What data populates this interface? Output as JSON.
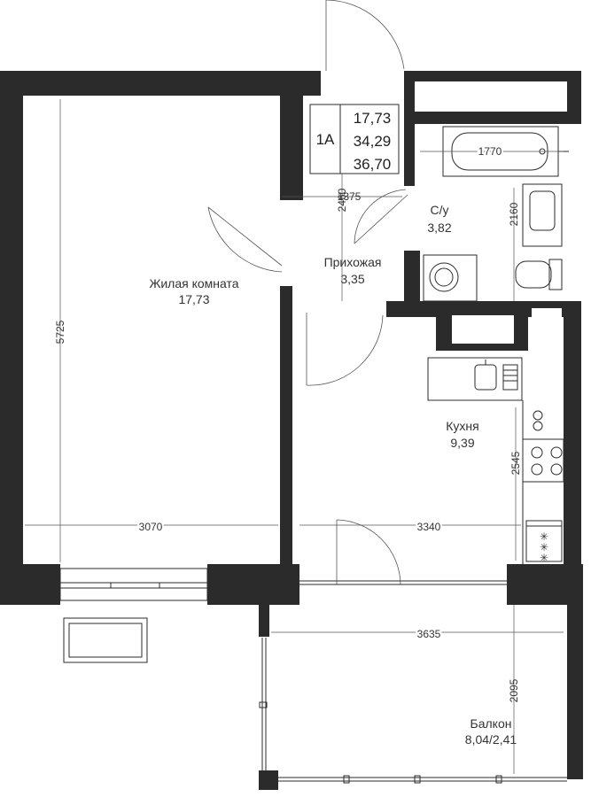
{
  "unit_code": "1A",
  "areas": {
    "living": "17,73",
    "total": "34,29",
    "total_with_balcony": "36,70"
  },
  "rooms": [
    {
      "id": "living",
      "name": "Жилая комната",
      "area": "17,73"
    },
    {
      "id": "hall",
      "name": "Прихожая",
      "area": "3,35"
    },
    {
      "id": "bath",
      "name": "С/у",
      "area": "3,82"
    },
    {
      "id": "kitchen",
      "name": "Кухня",
      "area": "9,39"
    },
    {
      "id": "balcony",
      "name": "Балкон",
      "area": "8,04/2,41"
    }
  ],
  "dimensions": {
    "living_height": "5725",
    "living_width": "3070",
    "kitchen_width": "3340",
    "kitchen_height": "2545",
    "bath_height": "2160",
    "bathtub_length": "1770",
    "hall_height": "2460",
    "hall_width": "1375",
    "balcony_width": "3635",
    "balcony_depth": "2095"
  }
}
